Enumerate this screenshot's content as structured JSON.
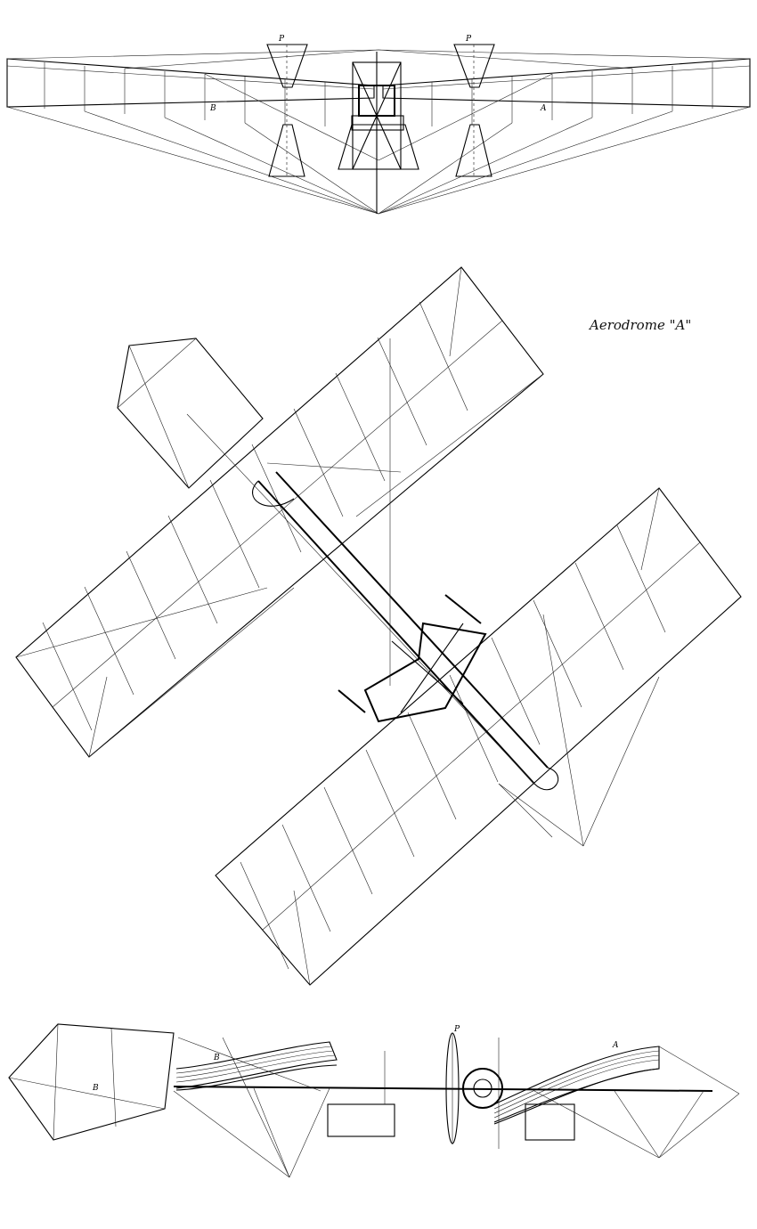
{
  "caption": "Aerodrome \"A\"",
  "views": {
    "front": {
      "labels": [
        "P",
        "P",
        "B",
        "A"
      ]
    },
    "plan": {
      "labels": []
    },
    "side": {
      "labels": [
        "B",
        "B",
        "A",
        "P"
      ]
    }
  }
}
